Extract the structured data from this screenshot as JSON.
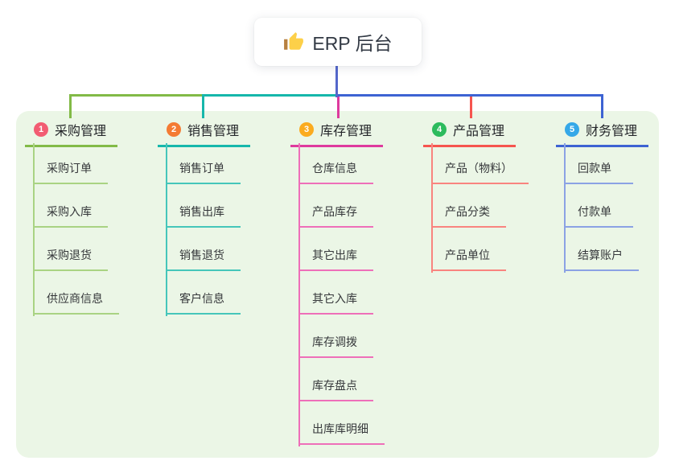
{
  "root": {
    "label": "ERP 后台",
    "icon": "thumbs-up-icon"
  },
  "colors": {
    "root_connector": "#5467cb",
    "panel_background": "#ebf6e6",
    "root_text": "#333a45",
    "item_text": "#36383b"
  },
  "branches": [
    {
      "number": "1",
      "label": "采购管理",
      "badge_color": "#f25c72",
      "line_color": "#82ba47",
      "item_line_color": "#a9d383",
      "items": [
        "采购订单",
        "采购入库",
        "采购退货",
        "供应商信息"
      ]
    },
    {
      "number": "2",
      "label": "销售管理",
      "badge_color": "#f47b33",
      "line_color": "#16b7ab",
      "item_line_color": "#45c6ba",
      "items": [
        "销售订单",
        "销售出库",
        "销售退货",
        "客户信息"
      ]
    },
    {
      "number": "3",
      "label": "库存管理",
      "badge_color": "#fbab1f",
      "line_color": "#de3a9e",
      "item_line_color": "#ee6fb9",
      "items": [
        "仓库信息",
        "产品库存",
        "其它出库",
        "其它入库",
        "库存调拨",
        "库存盘点",
        "出库库明细"
      ]
    },
    {
      "number": "4",
      "label": "产品管理",
      "badge_color": "#2cbb5d",
      "line_color": "#f6554f",
      "item_line_color": "#f9847f",
      "items": [
        "产品（物料）",
        "产品分类",
        "产品单位"
      ]
    },
    {
      "number": "5",
      "label": "财务管理",
      "badge_color": "#35a8e8",
      "line_color": "#3d63d3",
      "item_line_color": "#8ba2e4",
      "items": [
        "回款单",
        "付款单",
        "结算账户"
      ]
    }
  ]
}
